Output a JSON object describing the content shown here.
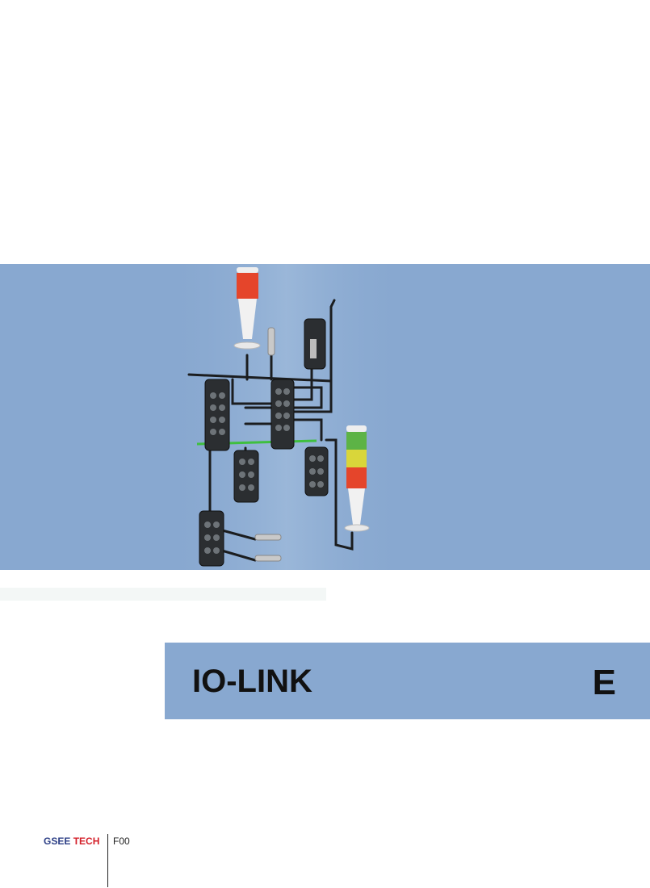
{
  "title": "IO-LINK",
  "section_letter": "E",
  "footer": {
    "brand_part1": "GSEE",
    "brand_part2": "TECH",
    "page_code": "F00"
  },
  "colors": {
    "band_blue": "#88a8d0",
    "brand_blue": "#2c3f86",
    "brand_red": "#d4202a",
    "signal_red": "#e5452b",
    "signal_green": "#5db346",
    "signal_yellow": "#d9d63a",
    "status_green": "#3fbf3f"
  },
  "icons": {
    "hero": "io-link-network-illustration",
    "tower_light": "signal-tower-light-icon",
    "hub": "io-link-hub-icon"
  }
}
